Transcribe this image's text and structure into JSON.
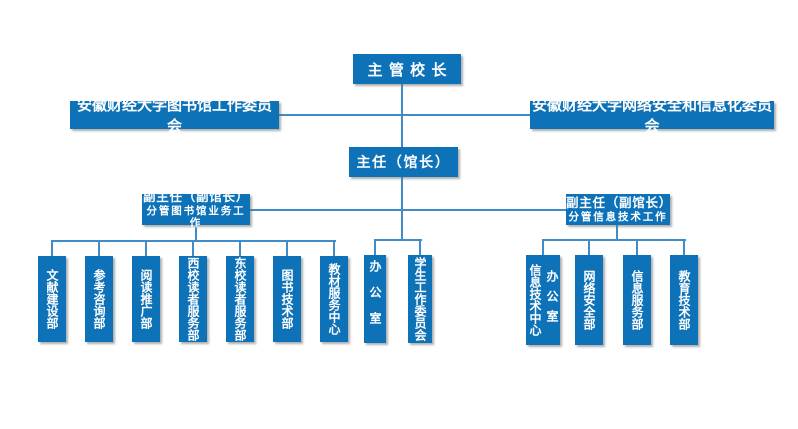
{
  "org": {
    "root": "主管校长",
    "committee_left": "安徽财经大学图书馆工作委员会",
    "committee_right": "安徽财经大学网络安全和信息化委员会",
    "director": "主任（馆长）",
    "deputy_left": {
      "title": "副主任（副馆长）",
      "subtitle": "分管图书馆业务工作"
    },
    "deputy_right": {
      "title": "副主任（副馆长）",
      "subtitle": "分管信息技术工作"
    },
    "library_depts": [
      "文献建设部",
      "参考咨询部",
      "阅读推广部",
      "西校读者服务部",
      "东校读者服务部",
      "图书技术部",
      "教材服务中心"
    ],
    "direct_depts": [
      "办公室",
      "学生工作委员会"
    ],
    "it_depts": {
      "first": {
        "main": "信息技术中心",
        "side": "办公室"
      },
      "rest": [
        "网络安全部",
        "信息服务部",
        "教育技术部"
      ]
    }
  },
  "colors": {
    "box_fill": "#0e72b8",
    "connector": "#3f8cc9",
    "text": "#ffffff"
  }
}
